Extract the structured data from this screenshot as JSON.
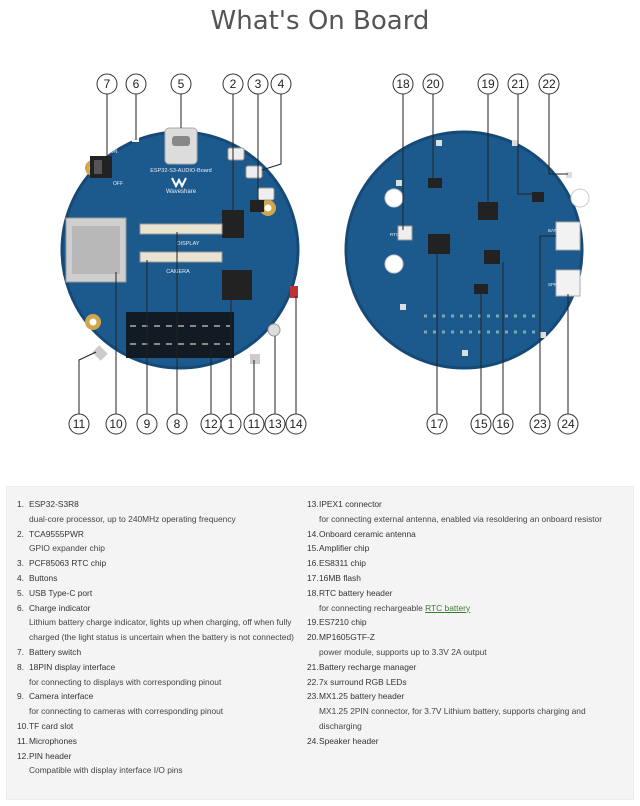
{
  "title": "What's On Board",
  "board_labels": {
    "model": "ESP32-S3-AUDIO-Board",
    "brand": "Waveshare",
    "on": "ON",
    "off": "OFF",
    "display": "DISPLAY",
    "camera": "CAMERA",
    "rtc": "RTC",
    "spk": "SPK",
    "bat": "BAT"
  },
  "callouts_front": [
    "7",
    "6",
    "5",
    "2",
    "3",
    "4",
    "11",
    "10",
    "9",
    "8",
    "12",
    "1",
    "11",
    "13",
    "14"
  ],
  "callouts_back": [
    "18",
    "20",
    "19",
    "21",
    "22",
    "17",
    "15",
    "16",
    "23",
    "24"
  ],
  "legend_left": [
    {
      "n": "1.",
      "title": "ESP32-S3R8",
      "desc": "dual-core processor, up to 240MHz operating frequency"
    },
    {
      "n": "2.",
      "title": "TCA9555PWR",
      "desc": "GPIO expander chip"
    },
    {
      "n": "3.",
      "title": "PCF85063 RTC chip",
      "desc": ""
    },
    {
      "n": "4.",
      "title": "Buttons",
      "desc": ""
    },
    {
      "n": "5.",
      "title": "USB Type-C port",
      "desc": ""
    },
    {
      "n": "6.",
      "title": "Charge indicator",
      "desc": "Lithium battery charge indicator, lights up when charging, off when fully charged (the light status is uncertain when the battery is not connected)"
    },
    {
      "n": "7.",
      "title": "Battery switch",
      "desc": ""
    },
    {
      "n": "8.",
      "title": "18PIN display interface",
      "desc": "for connecting to displays with corresponding pinout"
    },
    {
      "n": "9.",
      "title": "Camera interface",
      "desc": "for connecting to cameras with corresponding pinout"
    },
    {
      "n": "10.",
      "title": "TF card slot",
      "desc": ""
    },
    {
      "n": "11.",
      "title": "Microphones",
      "desc": ""
    },
    {
      "n": "12.",
      "title": "PIN header",
      "desc": "Compatible with display interface I/O pins"
    }
  ],
  "legend_right": [
    {
      "n": "13.",
      "title": "IPEX1 connector",
      "desc": "for connecting external antenna, enabled via resoldering an onboard resistor"
    },
    {
      "n": "14.",
      "title": "Onboard ceramic antenna",
      "desc": ""
    },
    {
      "n": "15.",
      "title": "Amplifier chip",
      "desc": ""
    },
    {
      "n": "16.",
      "title": "ES8311 chip",
      "desc": ""
    },
    {
      "n": "17.",
      "title": "16MB flash",
      "desc": ""
    },
    {
      "n": "18.",
      "title": "RTC battery header",
      "desc": "for connecting rechargeable ",
      "link": "RTC battery"
    },
    {
      "n": "19.",
      "title": "ES7210 chip",
      "desc": ""
    },
    {
      "n": "20.",
      "title": "MP1605GTF-Z",
      "desc": "power module, supports up to 3.3V 2A output"
    },
    {
      "n": "21.",
      "title": "Battery recharge manager",
      "desc": ""
    },
    {
      "n": "22.",
      "title": "7x surround RGB LEDs",
      "desc": ""
    },
    {
      "n": "23.",
      "title": "MX1.25 battery header",
      "desc": "MX1.25 2PIN connector, for 3.7V Lithium battery, supports charging and discharging"
    },
    {
      "n": "24.",
      "title": "Speaker header",
      "desc": ""
    }
  ],
  "colors": {
    "pcb": "#1c5a8e",
    "pcb_dark": "#154a78",
    "callout_stroke": "#333333",
    "legend_bg": "#f4f4f4",
    "link": "#3a7d2e"
  }
}
